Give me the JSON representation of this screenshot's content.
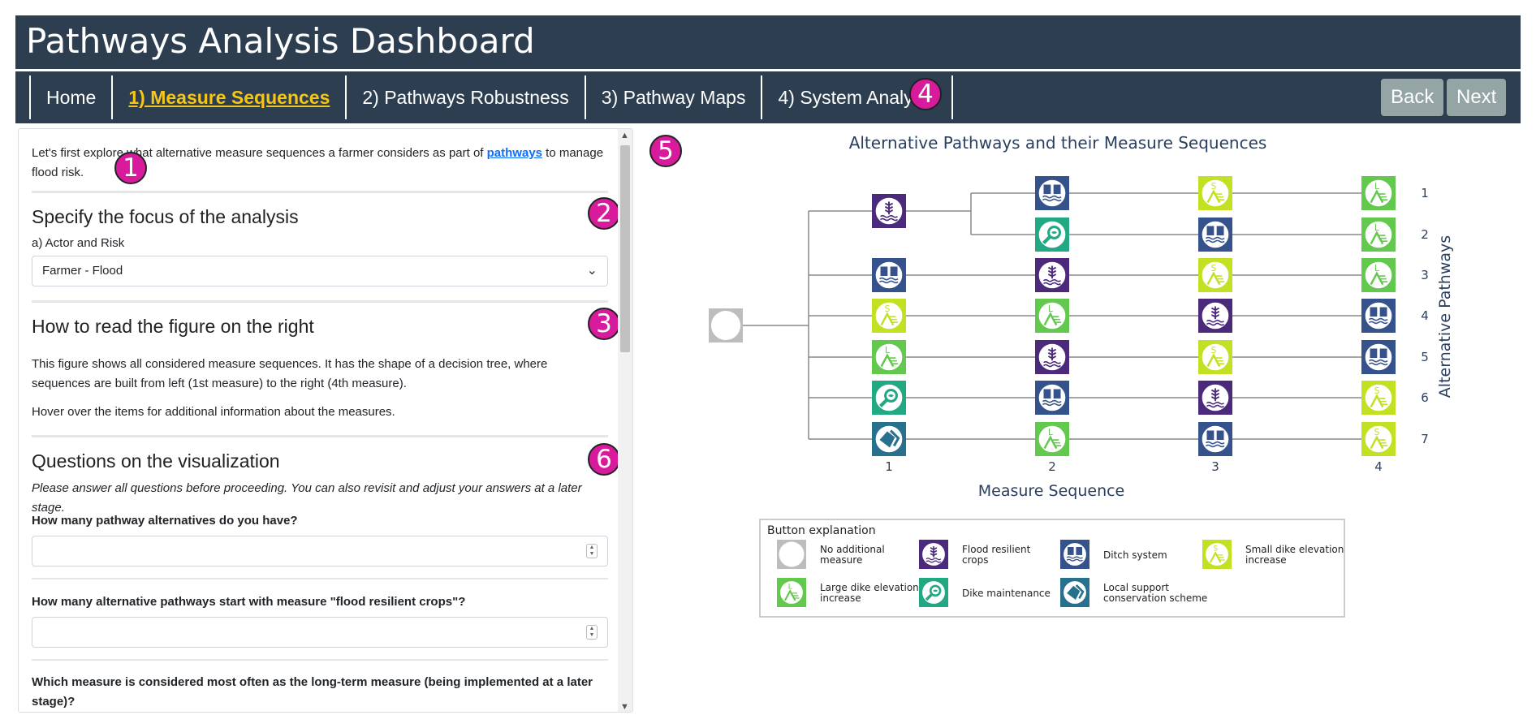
{
  "app": {
    "title": "Pathways Analysis Dashboard"
  },
  "nav": {
    "items": [
      {
        "label": "Home"
      },
      {
        "label": "1) Measure Sequences"
      },
      {
        "label": "2) Pathways Robustness"
      },
      {
        "label": "3) Pathway Maps"
      },
      {
        "label": "4) System Analysis"
      }
    ],
    "back": "Back",
    "next": "Next"
  },
  "badges": [
    "1",
    "2",
    "3",
    "4",
    "5",
    "6"
  ],
  "panel": {
    "intro_before": "Let's first explore what alternative measure sequences a farmer considers as part of ",
    "intro_link": "pathways",
    "intro_after": " to manage flood risk.",
    "focus_heading": "Specify the focus of the analysis",
    "actor_label": "a) Actor and Risk",
    "actor_value": "Farmer - Flood",
    "read_heading": "How to read the figure on the right",
    "read_p1": "This figure shows all considered measure sequences. It has the shape of a decision tree, where sequences are built from left (1st measure) to the right (4th measure).",
    "read_p2": "Hover over the items for additional information about the measures.",
    "questions_heading": "Questions on the visualization",
    "questions_note": "Please answer all questions before proceeding. You can also revisit and adjust your answers at a later stage.",
    "q1": "How many pathway alternatives do you have?",
    "q1_value": "",
    "q2": "How many alternative pathways start with measure \"flood resilient crops\"?",
    "q2_value": "",
    "q3": "Which measure is considered most often as the long-term measure (being implemented at a later stage)?"
  },
  "chart_data": {
    "type": "decision-tree",
    "title": "Alternative Pathways and their Measure Sequences",
    "xlabel": "Measure Sequence",
    "ylabel": "Alternative Pathways",
    "x_ticks": [
      "1",
      "2",
      "3",
      "4"
    ],
    "y_ticks": [
      "1",
      "2",
      "3",
      "4",
      "5",
      "6",
      "7"
    ],
    "root": "No additional measure",
    "pathways": [
      {
        "id": "1",
        "sequence": [
          "crops",
          "ditch",
          "small",
          "large"
        ]
      },
      {
        "id": "2",
        "sequence": [
          "crops",
          "maint",
          "ditch",
          "large"
        ]
      },
      {
        "id": "3",
        "sequence": [
          "ditch",
          "crops",
          "small",
          "large"
        ]
      },
      {
        "id": "4",
        "sequence": [
          "small",
          "large",
          "crops",
          "ditch"
        ]
      },
      {
        "id": "5",
        "sequence": [
          "large",
          "crops",
          "small",
          "ditch"
        ]
      },
      {
        "id": "6",
        "sequence": [
          "maint",
          "ditch",
          "crops",
          "small"
        ]
      },
      {
        "id": "7",
        "sequence": [
          "local",
          "large",
          "ditch",
          "small"
        ]
      }
    ],
    "legend_title": "Button explanation",
    "legend": [
      {
        "key": "none",
        "label": "No additional measure",
        "lines": [
          "No additional",
          "measure"
        ]
      },
      {
        "key": "crops",
        "label": "Flood resilient crops",
        "lines": [
          "Flood resilient",
          "crops"
        ]
      },
      {
        "key": "ditch",
        "label": "Ditch system",
        "lines": [
          "Ditch system"
        ]
      },
      {
        "key": "small",
        "label": "Small dike elevation increase",
        "lines": [
          "Small dike elevation",
          "increase"
        ]
      },
      {
        "key": "large",
        "label": "Large dike elevation increase",
        "lines": [
          "Large dike elevation",
          "increase"
        ]
      },
      {
        "key": "maint",
        "label": "Dike maintenance",
        "lines": [
          "Dike maintenance"
        ]
      },
      {
        "key": "local",
        "label": "Local support conservation scheme",
        "lines": [
          "Local support",
          "conservation scheme"
        ]
      }
    ],
    "colors": {
      "crops": "#4b2a7b",
      "ditch": "#35528c",
      "small": "#c4e023",
      "large": "#63c84e",
      "maint": "#22a882",
      "local": "#27708e",
      "none": "#bdbdbd",
      "line": "#888888",
      "text": "#2a3f5f"
    },
    "icons": {
      "crops": "wheat-icon",
      "ditch": "ditch-icon",
      "small": "small-dike-icon",
      "large": "large-dike-icon",
      "maint": "magnifier-icon",
      "local": "handshake-icon",
      "none": "circle-icon"
    }
  }
}
